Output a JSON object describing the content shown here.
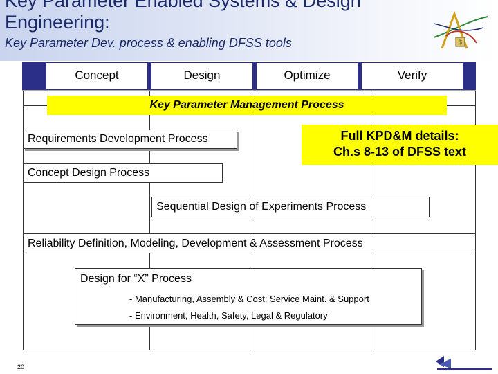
{
  "header": {
    "title": "Key Parameter Enabled Systems & Design Engineering:",
    "subtitle": "Key Parameter Dev. process & enabling DFSS tools"
  },
  "phases": [
    "Concept",
    "Design",
    "Optimize",
    "Verify"
  ],
  "key_parameter_management": "Key Parameter Management Process",
  "requirements_process": "Requirements Development Process",
  "callout": {
    "line1": "Full KPD&M details:",
    "line2": "Ch.s 8-13 of DFSS text"
  },
  "concept_design_process": "Concept Design Process",
  "sequential_doe_process": "Sequential Design of Experiments Process",
  "reliability_process": "Reliability Definition, Modeling, Development & Assessment Process",
  "dfx": {
    "title": "Design for “X” Process",
    "items": [
      "- Manufacturing, Assembly & Cost; Service Maint. & Support",
      "- Environment, Health, Safety, Legal & Regulatory"
    ]
  },
  "page_number": "20",
  "colors": {
    "header_text": "#1a2a6c",
    "highlight": "#ffff00",
    "phase_border": "#2c2f87"
  },
  "icons": [
    "dfss-logo-icon",
    "pdss-logo-icon"
  ]
}
